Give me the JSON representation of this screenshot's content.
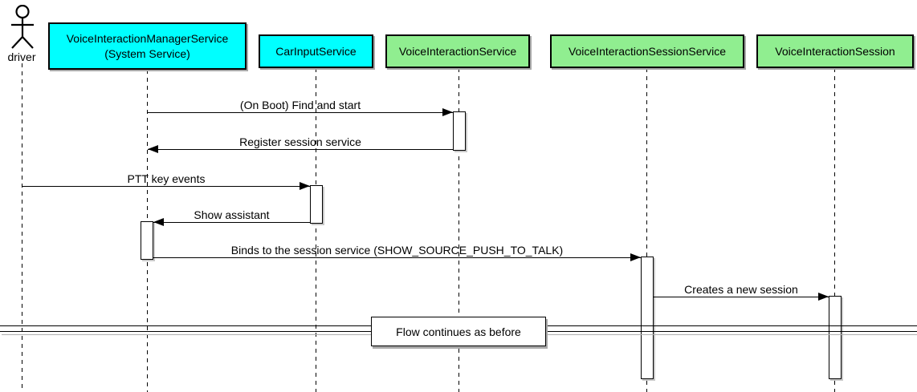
{
  "diagram_type": "uml-sequence",
  "colors": {
    "participant_cyan": "#00FFFF",
    "participant_green": "#90EE90",
    "border": "#000000",
    "background": "#FFFFFF",
    "shadow": "#A9A9A9"
  },
  "actor": {
    "label": "driver"
  },
  "participants": [
    {
      "label": "VoiceInteractionManagerService\n(System Service)",
      "color": "cyan"
    },
    {
      "label": "CarInputService",
      "color": "cyan"
    },
    {
      "label": "VoiceInteractionService",
      "color": "green"
    },
    {
      "label": "VoiceInteractionSessionService",
      "color": "green"
    },
    {
      "label": "VoiceInteractionSession",
      "color": "green"
    }
  ],
  "messages": [
    {
      "label": "(On Boot) Find and start",
      "from": "VoiceInteractionManagerService",
      "to": "VoiceInteractionService",
      "direction": "right"
    },
    {
      "label": "Register session service",
      "from": "VoiceInteractionService",
      "to": "VoiceInteractionManagerService",
      "direction": "left"
    },
    {
      "label": "PTT key events",
      "from": "driver",
      "to": "CarInputService",
      "direction": "right"
    },
    {
      "label": "Show assistant",
      "from": "CarInputService",
      "to": "VoiceInteractionManagerService",
      "direction": "left"
    },
    {
      "label": "Binds to the session service (SHOW_SOURCE_PUSH_TO_TALK)",
      "from": "VoiceInteractionManagerService",
      "to": "VoiceInteractionSessionService",
      "direction": "right"
    },
    {
      "label": "Creates a new session",
      "from": "VoiceInteractionSessionService",
      "to": "VoiceInteractionSession",
      "direction": "right"
    }
  ],
  "divider": {
    "label": "Flow continues as before"
  }
}
